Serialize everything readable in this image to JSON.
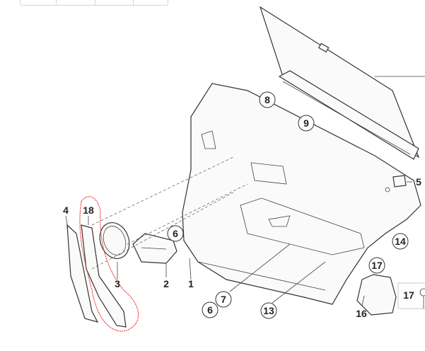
{
  "diagram": {
    "callouts_circled": [
      "8",
      "9",
      "6",
      "14",
      "17",
      "7",
      "6",
      "13"
    ],
    "callouts_plain": [
      "4",
      "18",
      "3",
      "2",
      "1",
      "5",
      "16",
      "17"
    ],
    "highlight_color": "#e02020"
  }
}
